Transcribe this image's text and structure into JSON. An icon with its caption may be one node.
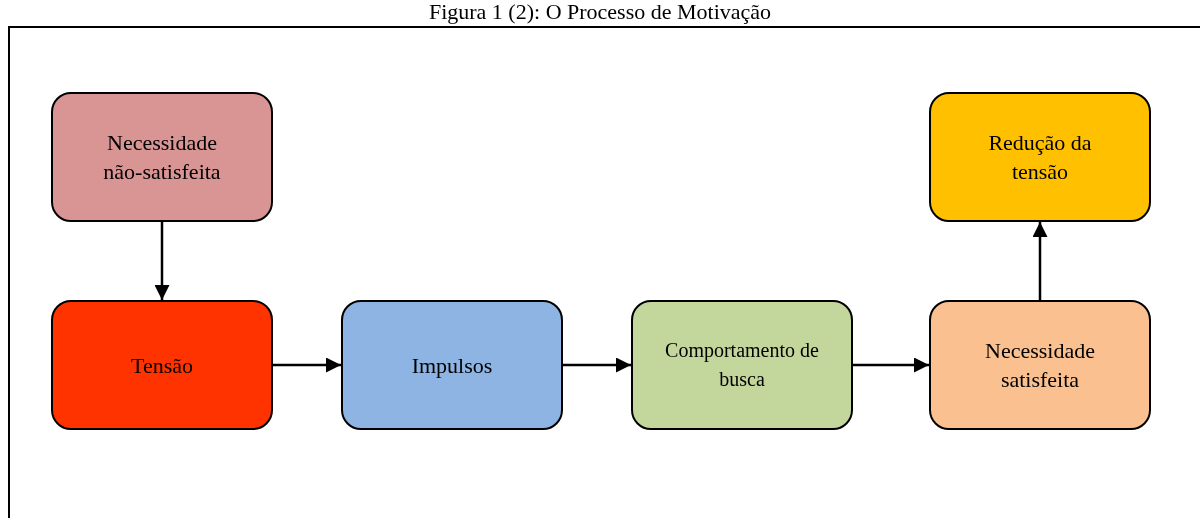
{
  "diagram": {
    "title": "Figura 1 (2): O Processo de Motivação",
    "nodes": [
      {
        "text": [
          "Necessidade não-satisfeita"
        ]
      },
      {
        "text": [
          "Redução da tensão"
        ]
      },
      {
        "text": [
          "Tensão"
        ]
      },
      {
        "text": [
          "Impulsos"
        ]
      },
      {
        "text": [
          "Comportamento de busca"
        ]
      },
      {
        "text": [
          "Necessidade satisfeita"
        ]
      }
    ],
    "edges": [
      {
        "from": 0,
        "to": 2,
        "arrow": "to"
      },
      {
        "from": 2,
        "to": 3,
        "arrow": "to"
      },
      {
        "from": 3,
        "to": 4,
        "arrow": "to"
      },
      {
        "from": 4,
        "to": 5,
        "arrow": "to"
      },
      {
        "from": 5,
        "to": 1,
        "arrow": "to"
      }
    ]
  }
}
